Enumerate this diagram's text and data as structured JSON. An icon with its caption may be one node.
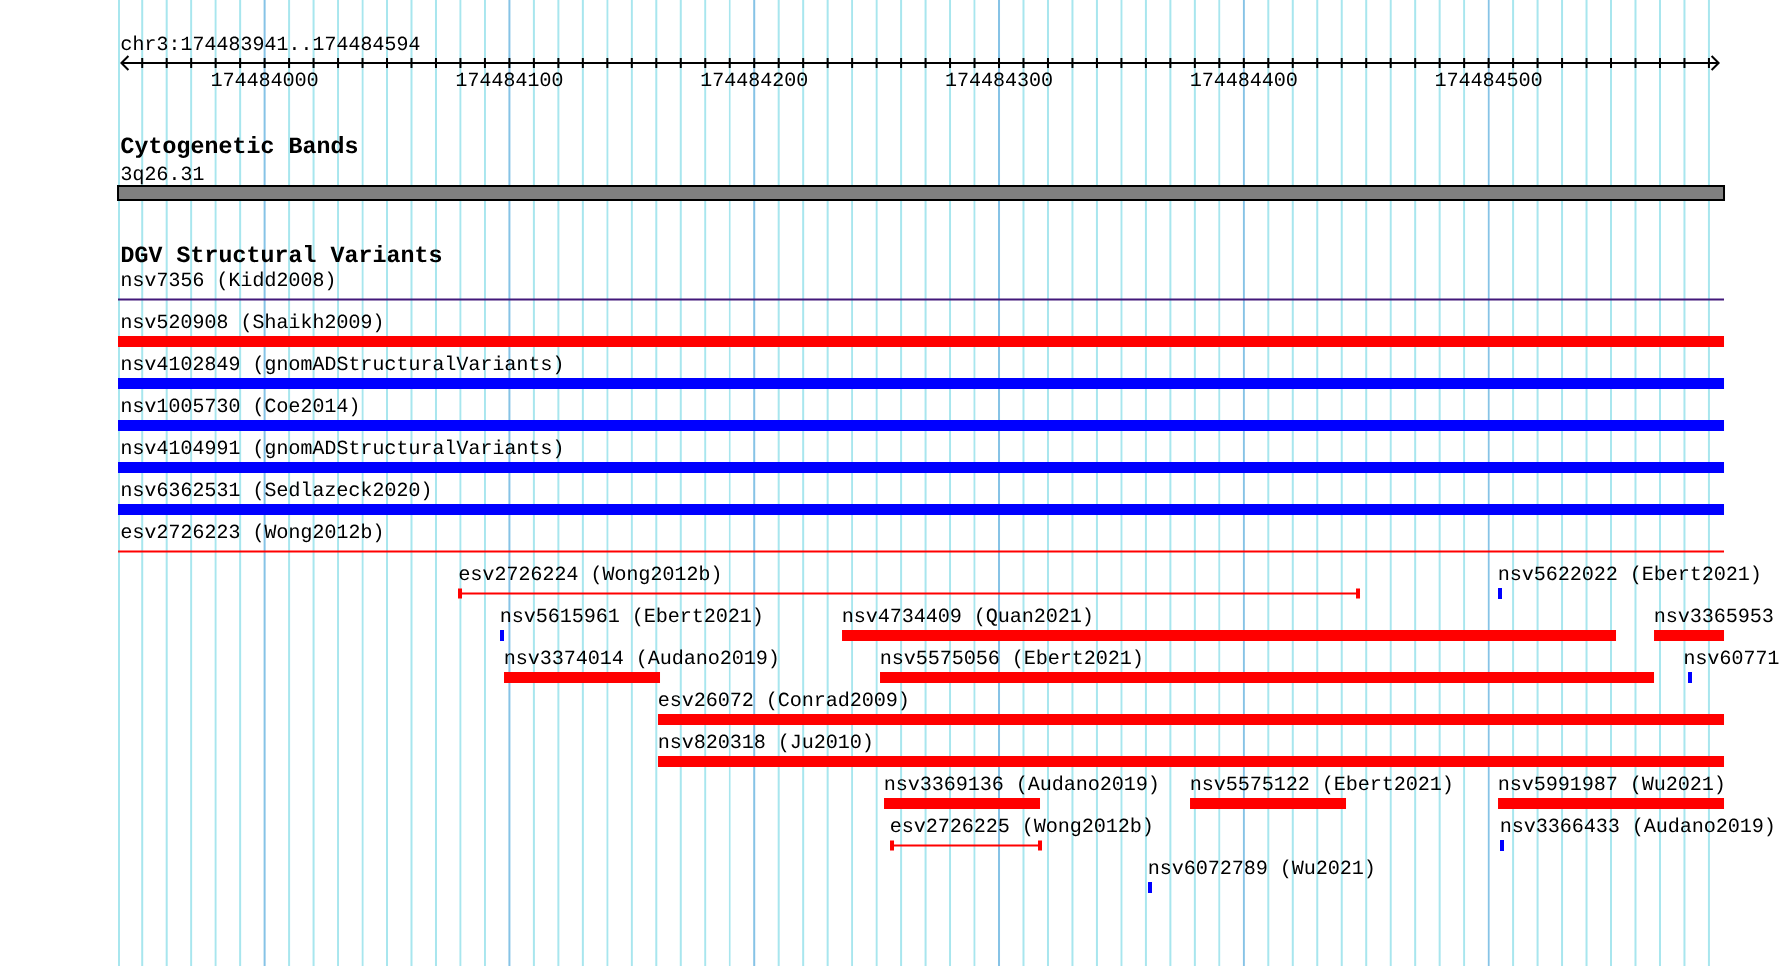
{
  "diagram": {
    "nodes": [
      {
        "text": [
          "3q26.31"
        ]
      },
      {
        "text": [
          "nsv7356 (Kidd2008)"
        ]
      },
      {
        "text": [
          "nsv520908 (Shaikh2009)"
        ]
      },
      {
        "text": [
          "nsv4102849 (gnomADStructuralVariants)"
        ]
      },
      {
        "text": [
          "nsv1005730 (Coe2014)"
        ]
      },
      {
        "text": [
          "nsv4104991 (gnomADStructuralVariants)"
        ]
      },
      {
        "text": [
          "nsv6362531 (Sedlazeck2020)"
        ]
      },
      {
        "text": [
          "esv2726223 (Wong2012b)"
        ]
      },
      {
        "text": [
          "esv2726224 (Wong2012b)"
        ]
      },
      {
        "text": [
          "nsv5622022 (Ebert2021)"
        ]
      },
      {
        "text": [
          "nsv5615961 (Ebert2021)"
        ]
      },
      {
        "text": [
          "nsv4734409 (Quan2021)"
        ]
      },
      {
        "text": [
          "nsv3365953"
        ]
      },
      {
        "text": [
          "nsv3374014 (Audano2019)"
        ]
      },
      {
        "text": [
          "nsv5575056 (Ebert2021)"
        ]
      },
      {
        "text": [
          "nsv60771"
        ]
      },
      {
        "text": [
          "esv26072 (Conrad2009)"
        ]
      },
      {
        "text": [
          "nsv820318 (Ju2010)"
        ]
      },
      {
        "text": [
          "nsv3369136 (Audano2019)"
        ]
      },
      {
        "text": [
          "nsv5575122 (Ebert2021)"
        ]
      },
      {
        "text": [
          "nsv5991987 (Wu2021)"
        ]
      },
      {
        "text": [
          "esv2726225 (Wong2012b)"
        ]
      },
      {
        "text": [
          "nsv3366433 (Audano2019)"
        ]
      },
      {
        "text": [
          "nsv6072789 (Wu2021)"
        ]
      }
    ],
    "labels": [
      "chr3:174483941..174484594",
      "174484000",
      "174484100",
      "174484200",
      "174484300",
      "174484400",
      "174484500",
      "Cytogenetic Bands",
      "DGV Structural Variants"
    ]
  }
}
